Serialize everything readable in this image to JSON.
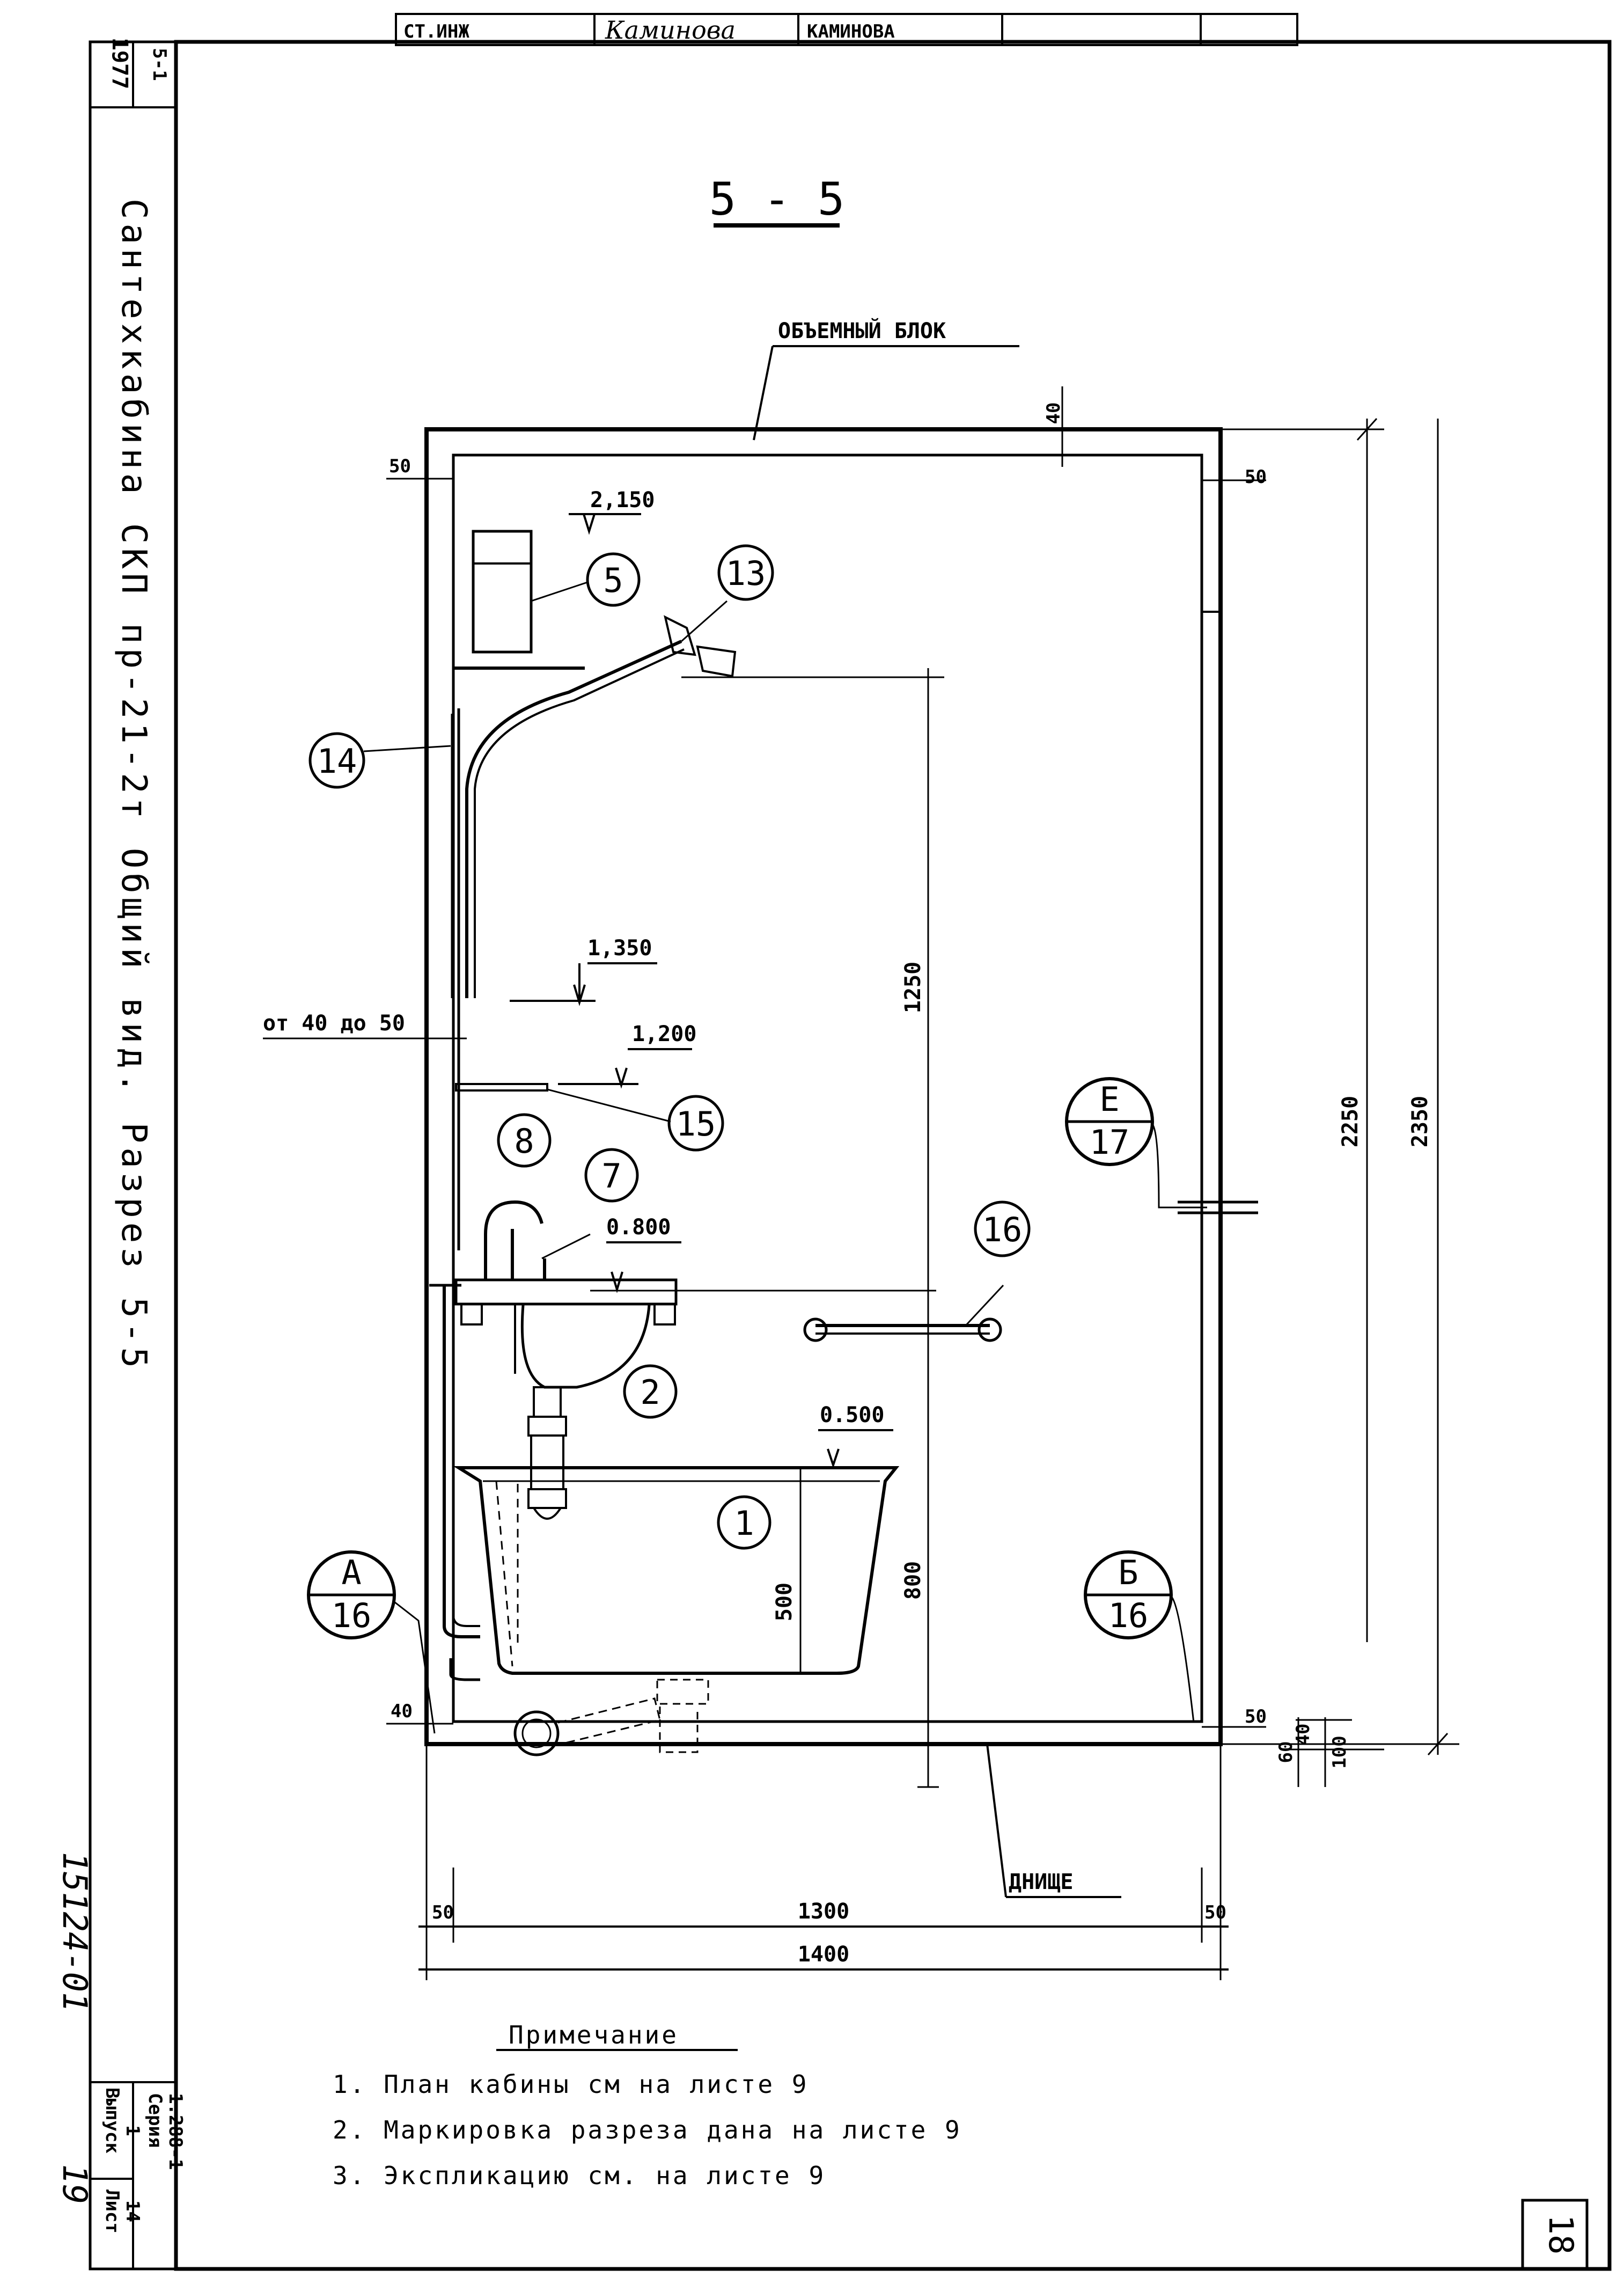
{
  "title_block": {
    "role": "СТ.ИНЖ",
    "name": "КАМИНОВА",
    "signature_text": "Каминова"
  },
  "corner": {
    "year": "1977",
    "code": "5-1"
  },
  "side_title": "Сантехкабина СКП пр-21-2т Общий вид. Разрез 5-5",
  "side_archive_no": "15124-01",
  "side_page": "19",
  "stamp": {
    "series_label": "Серия",
    "series_value": "1.288-1",
    "issue_label": "Выпуск",
    "issue_value": "1",
    "sheet_label": "Лист",
    "sheet_value": "14"
  },
  "sheet_number": "18",
  "section_title": "5 - 5",
  "labels": {
    "volume_block": "ОБЪЕМНЫЙ БЛОК",
    "bottom": "ДНИЩЕ",
    "wall_gap": "от 40 до 50"
  },
  "elevations": {
    "e2150": "2,150",
    "e1350": "1,350",
    "e1200": "1,200",
    "e0800": "0.800",
    "e0500": "0.500"
  },
  "dimensions": {
    "d40_top": "40",
    "d50_top_left": "50",
    "d50_top_right": "50",
    "d1250": "1250",
    "d2250": "2250",
    "d2350": "2350",
    "d800": "800",
    "d500": "500",
    "d40_low": "40",
    "d50_low_right": "50",
    "d40_floor": "40",
    "d60_floor": "60",
    "d100_floor": "100",
    "d50_bl": "50",
    "d1300": "1300",
    "d50_br": "50",
    "d1400": "1400"
  },
  "callouts": {
    "c1": "1",
    "c2": "2",
    "c5": "5",
    "c7": "7",
    "c8": "8",
    "c13": "13",
    "c14": "14",
    "c15": "15",
    "c16": "16"
  },
  "section_refs": {
    "e_top": "Е",
    "e_bottom": "17",
    "a_top": "А",
    "a_bottom": "16",
    "b_top": "Б",
    "b_bottom": "16"
  },
  "notes": {
    "heading": "Примечание",
    "n1": "1. План кабины см на листе 9",
    "n2": "2. Маркировка разреза дана на листе 9",
    "n3": "3. Экспликацию см. на листе 9"
  }
}
